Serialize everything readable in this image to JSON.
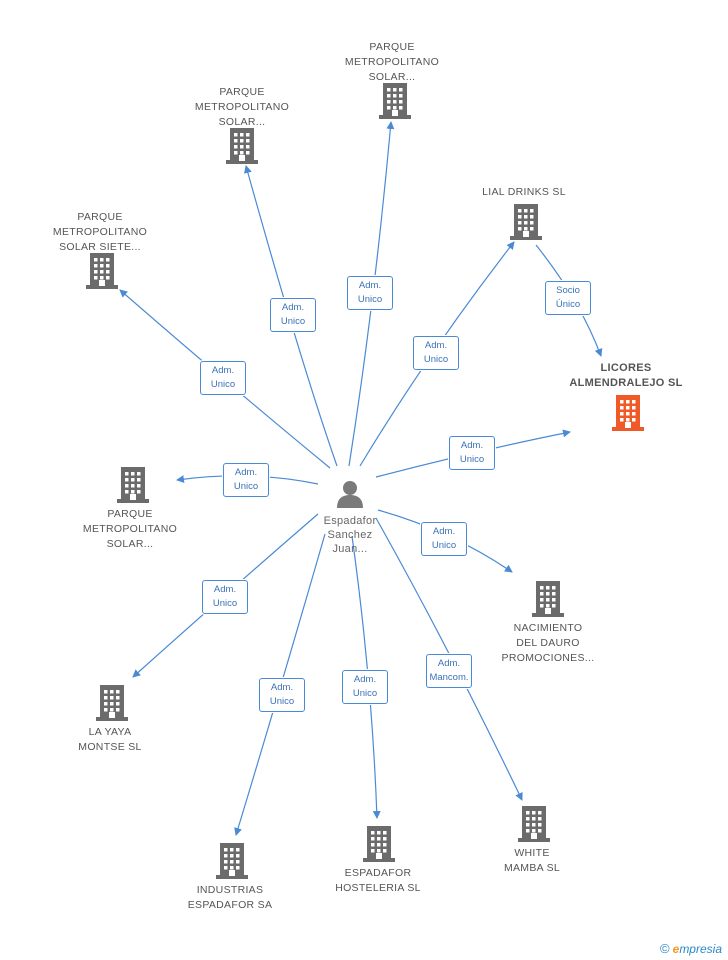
{
  "center": {
    "name": "Espadafor\nSanchez\nJuan..."
  },
  "colors": {
    "edge": "#4a8ad4",
    "building": "#6b6b6b",
    "highlight": "#f05a28",
    "person": "#7a7a7a"
  },
  "nodes": [
    {
      "id": "pms1",
      "label": "PARQUE\nMETROPOLITANO\nSOLAR...",
      "highlight": false
    },
    {
      "id": "pms2",
      "label": "PARQUE\nMETROPOLITANO\nSOLAR...",
      "highlight": false
    },
    {
      "id": "pmss",
      "label": "PARQUE\nMETROPOLITANO\nSOLAR SIETE...",
      "highlight": false
    },
    {
      "id": "lial",
      "label": "LIAL DRINKS SL",
      "highlight": false
    },
    {
      "id": "licores",
      "label": "LICORES\nALMENDRALEJO SL",
      "highlight": true
    },
    {
      "id": "pms3",
      "label": "PARQUE\nMETROPOLITANO\nSOLAR...",
      "highlight": false
    },
    {
      "id": "nacimiento",
      "label": "NACIMIENTO\nDEL DAURO\nPROMOCIONES...",
      "highlight": false
    },
    {
      "id": "yaya",
      "label": "LA YAYA\nMONTSE  SL",
      "highlight": false
    },
    {
      "id": "white",
      "label": "WHITE\nMAMBA  SL",
      "highlight": false
    },
    {
      "id": "industrias",
      "label": "INDUSTRIAS\nESPADAFOR SA",
      "highlight": false
    },
    {
      "id": "hosteleria",
      "label": "ESPADAFOR\nHOSTELERIA  SL",
      "highlight": false
    }
  ],
  "edges": [
    {
      "from": "center",
      "to": "pms1",
      "label": "Adm.\nUnico"
    },
    {
      "from": "center",
      "to": "pms2",
      "label": "Adm.\nUnico"
    },
    {
      "from": "center",
      "to": "pmss",
      "label": "Adm.\nUnico"
    },
    {
      "from": "center",
      "to": "lial",
      "label": "Adm.\nUnico"
    },
    {
      "from": "lial",
      "to": "licores",
      "label": "Socio\nÚnico"
    },
    {
      "from": "center",
      "to": "licores",
      "label": "Adm.\nUnico"
    },
    {
      "from": "center",
      "to": "pms3",
      "label": "Adm.\nUnico"
    },
    {
      "from": "center",
      "to": "nacimiento",
      "label": "Adm.\nUnico"
    },
    {
      "from": "center",
      "to": "yaya",
      "label": "Adm.\nUnico"
    },
    {
      "from": "center",
      "to": "industrias",
      "label": "Adm.\nUnico"
    },
    {
      "from": "center",
      "to": "hosteleria",
      "label": "Adm.\nUnico"
    },
    {
      "from": "center",
      "to": "white",
      "label": "Adm.\nMancom."
    }
  ],
  "footer": {
    "copyright": "©",
    "brand_first": "e",
    "brand_rest": "mpresia"
  }
}
